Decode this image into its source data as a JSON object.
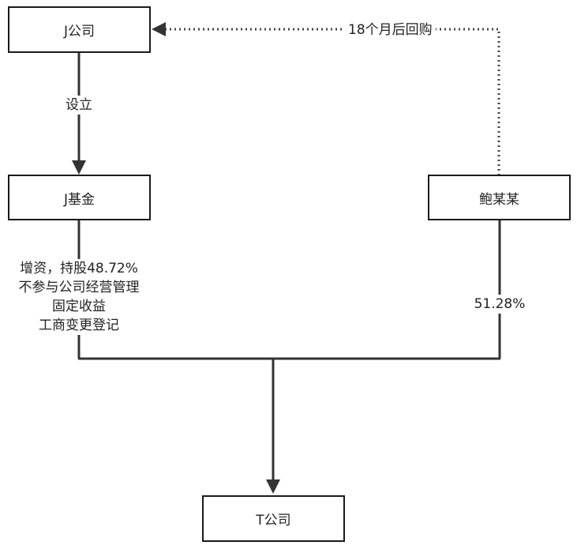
{
  "nodes": {
    "j_company": "J公司",
    "j_fund": "J基金",
    "bao": "鲍某某",
    "t_company": "T公司"
  },
  "edges": {
    "buyback": "18个月后回购",
    "establish": "设立",
    "fund_terms": [
      "增资，持股48.72%",
      "不参与公司经营管理",
      "固定收益",
      "工商变更登记"
    ],
    "bao_share": "51.28%"
  }
}
